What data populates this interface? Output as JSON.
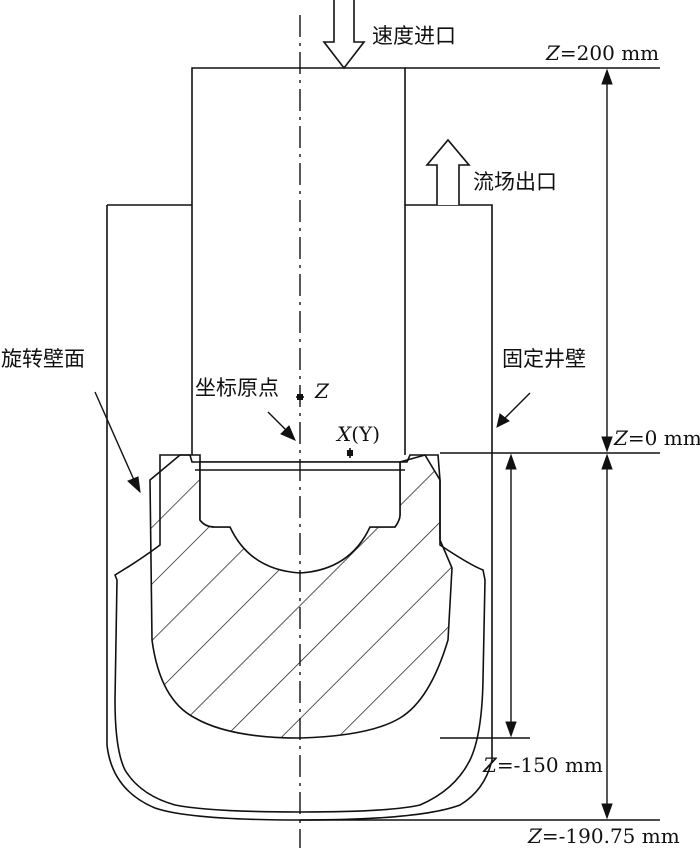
{
  "labels": {
    "velocity_inlet": "速度进口",
    "flow_outlet": "流场出口",
    "rotating_wall": "旋转壁面",
    "fixed_wall": "固定井壁",
    "origin": "坐标原点",
    "z_axis": "Z",
    "xy_axis_x": "X",
    "xy_axis_y": "(Y)"
  },
  "dimensions": {
    "z200": {
      "var": "Z",
      "value": "=200 mm"
    },
    "z0": {
      "var": "Z",
      "value": "=0 mm"
    },
    "zm150": {
      "var": "Z",
      "value": "=-150 mm"
    },
    "zm190": {
      "var": "Z",
      "value": "=-190.75 mm"
    }
  },
  "colors": {
    "line": "#111111",
    "background": "#ffffff"
  }
}
